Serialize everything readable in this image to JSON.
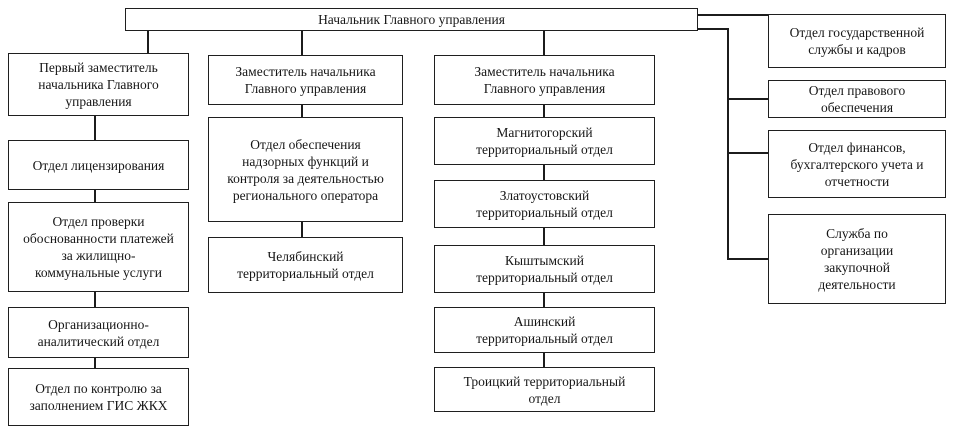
{
  "org": {
    "root": "Начальник Главного управления",
    "first_deputy_branch": [
      "Первый заместитель начальника Главного управления",
      "Отдел лицензирования",
      "Отдел проверки обоснованности платежей за жилищно-коммунальные услуги",
      "Организационно-аналитический отдел",
      "Отдел по контролю за заполнением ГИС ЖКХ"
    ],
    "deputy_supervision_branch": [
      "Заместитель начальника Главного управления",
      "Отдел обеспечения надзорных функций и контроля за деятельностью регионального оператора",
      "Челябинский территориальный отдел"
    ],
    "deputy_territorial_branch": [
      "Заместитель начальника Главного управления",
      "Магнитогорский территориальный отдел",
      "Златоустовский территориальный отдел",
      "Кыштымский территориальный отдел",
      "Ашинский территориальный отдел",
      "Троицкий территориальный отдел"
    ],
    "direct_departments": [
      "Отдел государственной службы и кадров",
      "Отдел правового обеспечения",
      "Отдел финансов, бухгалтерского учета и отчетности",
      "Служба по организации закупочной деятельности"
    ],
    "colors": {
      "line": "#1c1c1c",
      "box_border": "#1f1f1f",
      "background": "#ffffff",
      "text": "#161616"
    }
  }
}
